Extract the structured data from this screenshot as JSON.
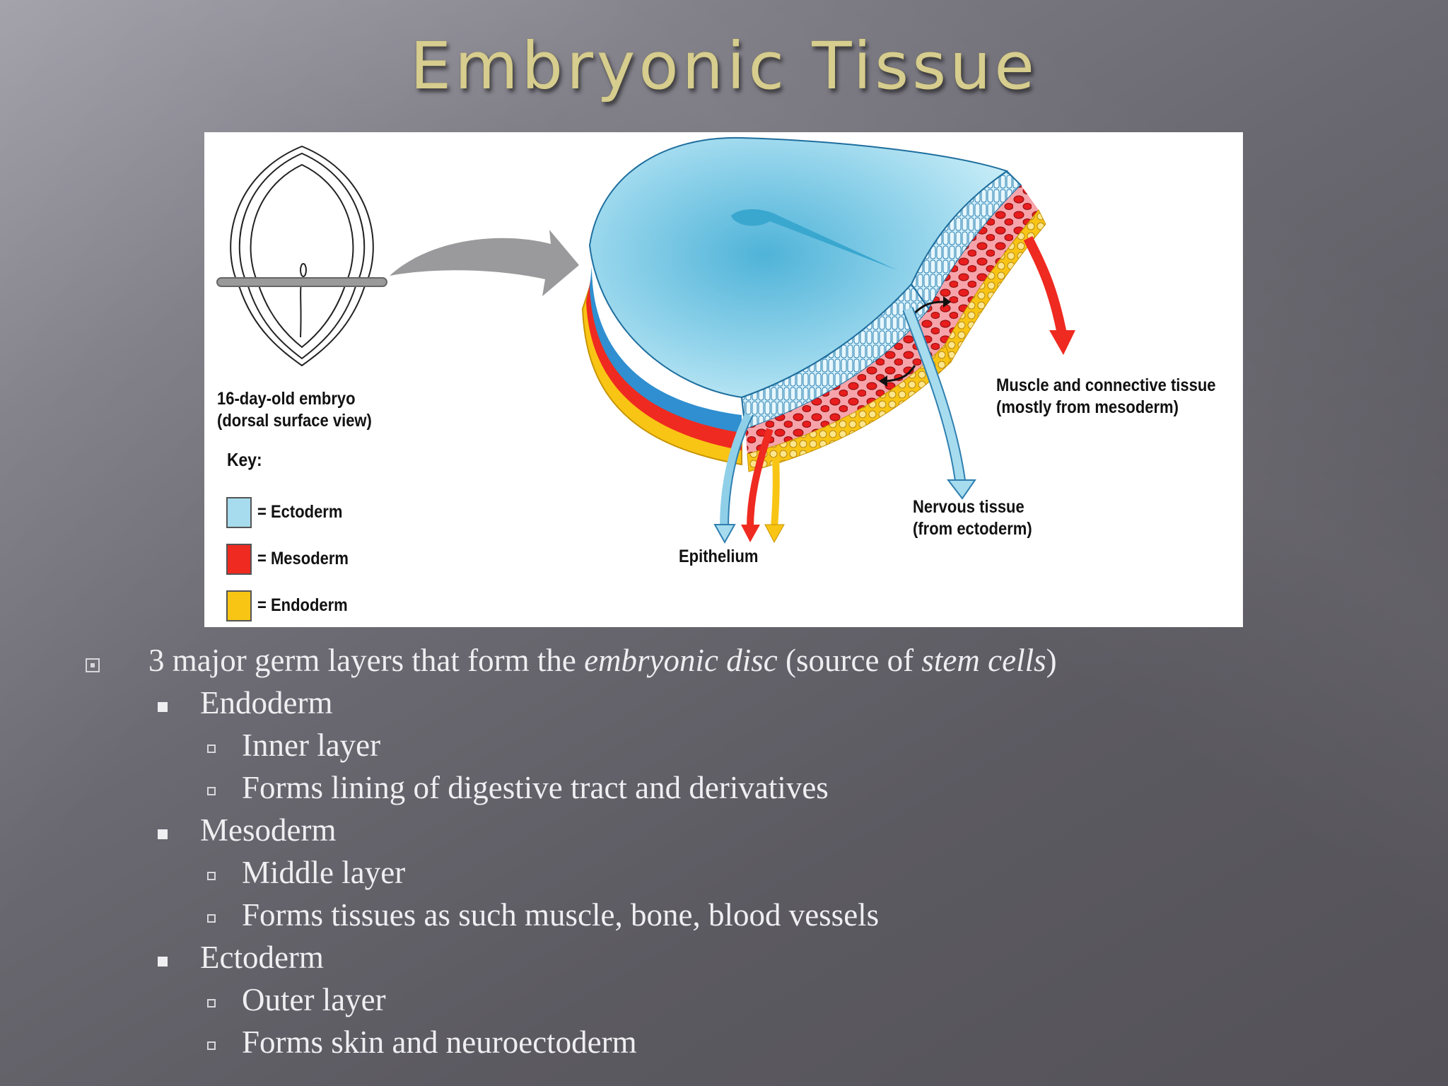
{
  "slide": {
    "title": "Embryonic Tissue"
  },
  "diagram": {
    "embryo_label_1": "16-day-old embryo",
    "embryo_label_2": "(dorsal surface view)",
    "key_title": "Key:",
    "key": [
      {
        "label": "= Ectoderm",
        "color": "#a6dcee"
      },
      {
        "label": "= Mesoderm",
        "color": "#ef2a20"
      },
      {
        "label": "= Endoderm",
        "color": "#f9c515"
      }
    ],
    "epithelium": "Epithelium",
    "nervous_1": "Nervous tissue",
    "nervous_2": "(from ectoderm)",
    "muscle_1": "Muscle and connective tissue",
    "muscle_2": "(mostly from mesoderm)"
  },
  "bullets": {
    "main_prefix": "3 major germ layers that form the ",
    "main_em1": "embryonic disc",
    "main_mid": " (source of ",
    "main_em2": "stem cells",
    "main_suffix": ")",
    "items": [
      {
        "label": "Endoderm",
        "sub": [
          "Inner layer",
          "Forms lining of digestive tract and derivatives"
        ]
      },
      {
        "label": "Mesoderm",
        "sub": [
          "Middle layer",
          "Forms tissues as such muscle, bone, blood vessels"
        ]
      },
      {
        "label": "Ectoderm",
        "sub": [
          "Outer layer",
          "Forms skin and neuroectoderm"
        ]
      }
    ]
  }
}
